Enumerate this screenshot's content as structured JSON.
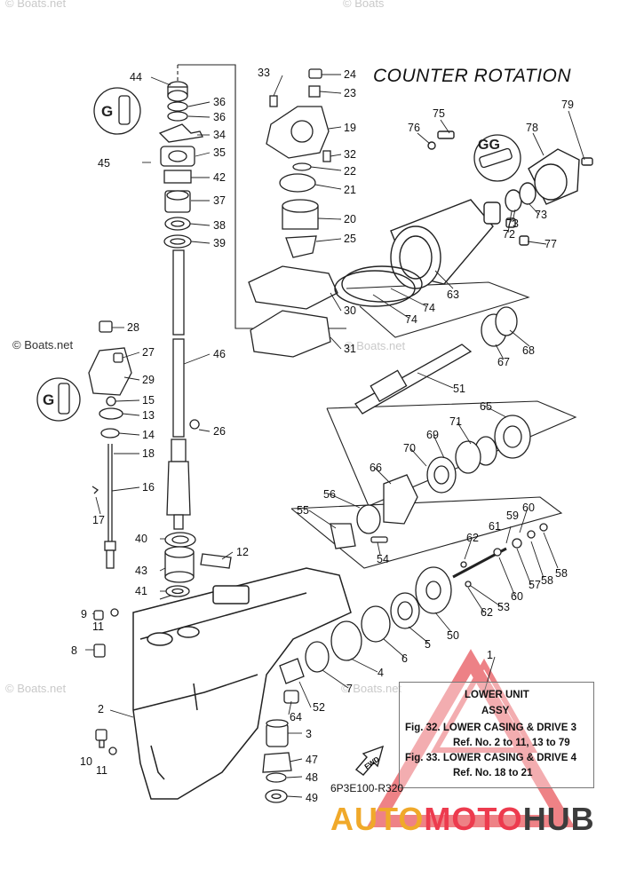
{
  "header": {
    "title": "COUNTER ROTATION"
  },
  "watermarks": {
    "top_left": "© Boats.net",
    "top_right": "© Boats",
    "mid_left": "© Boats.net",
    "mid_center": "© Boats.net",
    "bottom_left": "© Boats.net",
    "bottom_center": "© Boats.net"
  },
  "callouts": [
    "1",
    "2",
    "3",
    "4",
    "5",
    "6",
    "7",
    "8",
    "9",
    "10",
    "11",
    "11",
    "12",
    "13",
    "14",
    "15",
    "16",
    "17",
    "18",
    "19",
    "20",
    "21",
    "22",
    "23",
    "24",
    "25",
    "26",
    "27",
    "28",
    "29",
    "30",
    "31",
    "32",
    "33",
    "34",
    "35",
    "36",
    "36",
    "37",
    "38",
    "39",
    "40",
    "41",
    "42",
    "43",
    "44",
    "45",
    "46",
    "47",
    "48",
    "49",
    "50",
    "51",
    "52",
    "53",
    "54",
    "55",
    "56",
    "57",
    "58",
    "58",
    "59",
    "60",
    "60",
    "61",
    "62",
    "62",
    "63",
    "64",
    "65",
    "66",
    "67",
    "68",
    "69",
    "70",
    "71",
    "72",
    "73",
    "73",
    "74",
    "74",
    "75",
    "76",
    "77",
    "78",
    "79"
  ],
  "info_box": {
    "line1": "LOWER UNIT",
    "line2": "ASSY",
    "line3": "Fig. 32. LOWER CASING & DRIVE 3",
    "line4": "Ref. No. 2 to 11, 13 to 79",
    "line5": "Fig. 33. LOWER CASING & DRIVE 4",
    "line6": "Ref. No. 18 to 21"
  },
  "fwd_label": "FWD",
  "drawing_code": "6P3E100-R320",
  "brand": {
    "part1": "AUTO",
    "part2": "MOTO",
    "part3": "HUB"
  },
  "colors": {
    "logo_orange": "#f0a92a",
    "logo_red": "#ed3b4e",
    "logo_dark": "#3c3c3c",
    "watermark_triangle": "#e8585e"
  },
  "icons": {
    "grease_symbol": "grease-tube-icon",
    "fwd_arrow": "forward-arrow-icon"
  }
}
